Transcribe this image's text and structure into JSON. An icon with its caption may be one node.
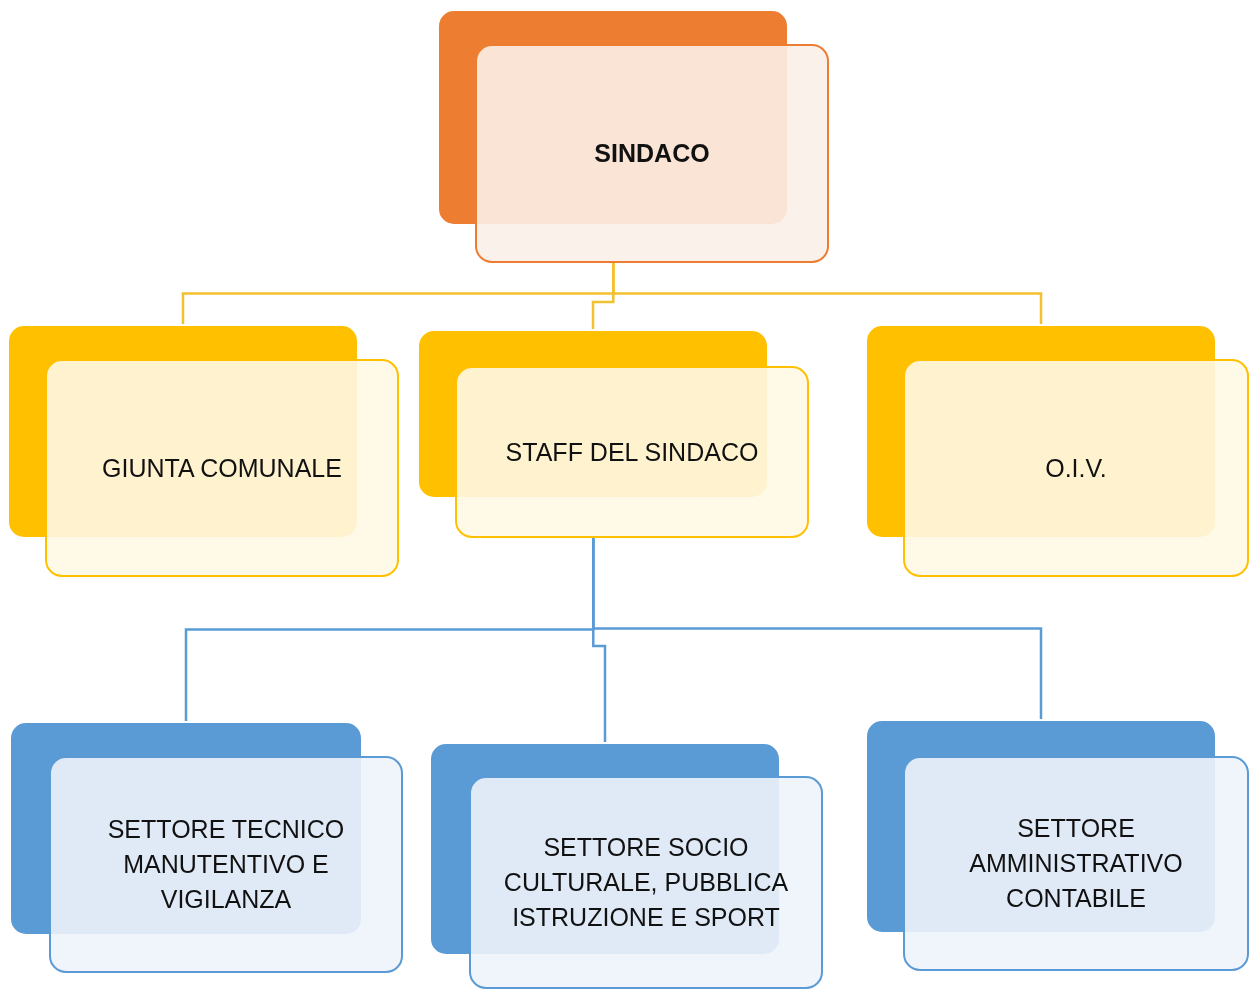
{
  "diagram": {
    "nodes": [
      {
        "text": [
          "SINDACO"
        ]
      },
      {
        "text": [
          "GIUNTA COMUNALE"
        ]
      },
      {
        "text": [
          "STAFF DEL SINDACO"
        ]
      },
      {
        "text": [
          "O.I.V."
        ]
      },
      {
        "text": [
          "SETTORE TECNICO MANUTENTIVO E VIGILANZA"
        ]
      },
      {
        "text": [
          "SETTORE SOCIO CULTURALE, PUBBLICA ISTRUZIONE E SPORT"
        ]
      },
      {
        "text": [
          "SETTORE AMMINISTRATIVO CONTABILE"
        ]
      }
    ],
    "edges": [
      {
        "from": 0,
        "to": 1,
        "arrow": "none",
        "color": "#f2c12e"
      },
      {
        "from": 0,
        "to": 2,
        "arrow": "none",
        "color": "#f2c12e"
      },
      {
        "from": 0,
        "to": 3,
        "arrow": "none",
        "color": "#f2c12e"
      },
      {
        "from": 2,
        "to": 4,
        "arrow": "none",
        "color": "#5b9bd5"
      },
      {
        "from": 2,
        "to": 5,
        "arrow": "none",
        "color": "#5b9bd5"
      },
      {
        "from": 2,
        "to": 6,
        "arrow": "none",
        "color": "#5b9bd5"
      }
    ]
  }
}
